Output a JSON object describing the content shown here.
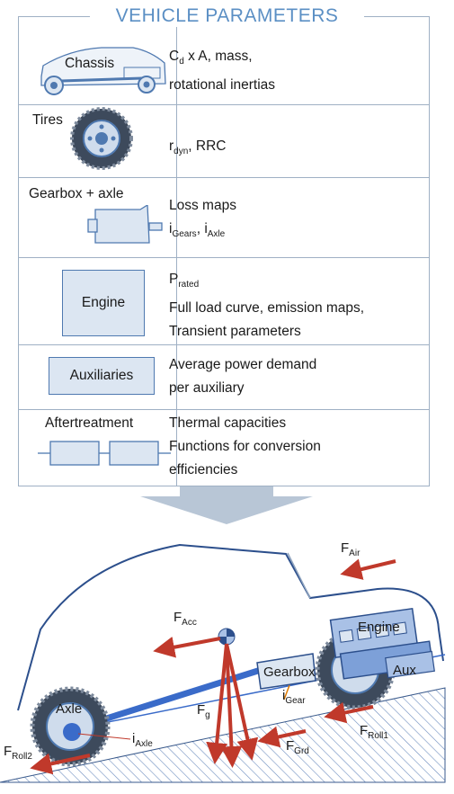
{
  "panel": {
    "title": "VEHICLE PARAMETERS",
    "rows": [
      {
        "label": "Chassis",
        "desc_line1": "C",
        "desc_line1_sub": "d",
        "desc_line1_rest": " x A, mass,",
        "desc_line2": "rotational inertias"
      },
      {
        "label": "Tires",
        "desc_main": "r",
        "desc_sub": "dyn",
        "desc_rest": ", RRC"
      },
      {
        "label": "Gearbox + axle",
        "desc_line1": "Loss maps",
        "desc_i1": "i",
        "desc_i1_sub": "Gears",
        "desc_sep": ", ",
        "desc_i2": "i",
        "desc_i2_sub": "Axle"
      },
      {
        "label": "Engine",
        "desc_p": "P",
        "desc_p_sub": "rated",
        "desc_line2": "Full load curve, emission maps,",
        "desc_line3": "Transient parameters"
      },
      {
        "label": "Auxiliaries",
        "desc_line1": "Average power demand",
        "desc_line2": "per auxiliary"
      },
      {
        "label": "Aftertreatment",
        "desc_line1": "Thermal capacities",
        "desc_line2": "Functions for conversion",
        "desc_line3": "efficiencies"
      }
    ]
  },
  "diagram": {
    "labels": {
      "engine": "Engine",
      "aux": "Aux",
      "gearbox": "Gearbox",
      "axle": "Axle",
      "f_air": "F",
      "f_air_sub": "Air",
      "f_acc": "F",
      "f_acc_sub": "Acc",
      "f_g": "F",
      "f_g_sub": "g",
      "i_gear": "i",
      "i_gear_sub": "Gear",
      "f_roll1": "F",
      "f_roll1_sub": "Roll1",
      "f_grd": "F",
      "f_grd_sub": "Grd",
      "i_axle": "i",
      "i_axle_sub": "Axle",
      "f_roll2": "F",
      "f_roll2_sub": "Roll2"
    },
    "colors": {
      "arrow": "#c0392b",
      "outline": "#2c4f8c",
      "fill": "#dce6f2",
      "accent": "#3a6bc9"
    }
  }
}
